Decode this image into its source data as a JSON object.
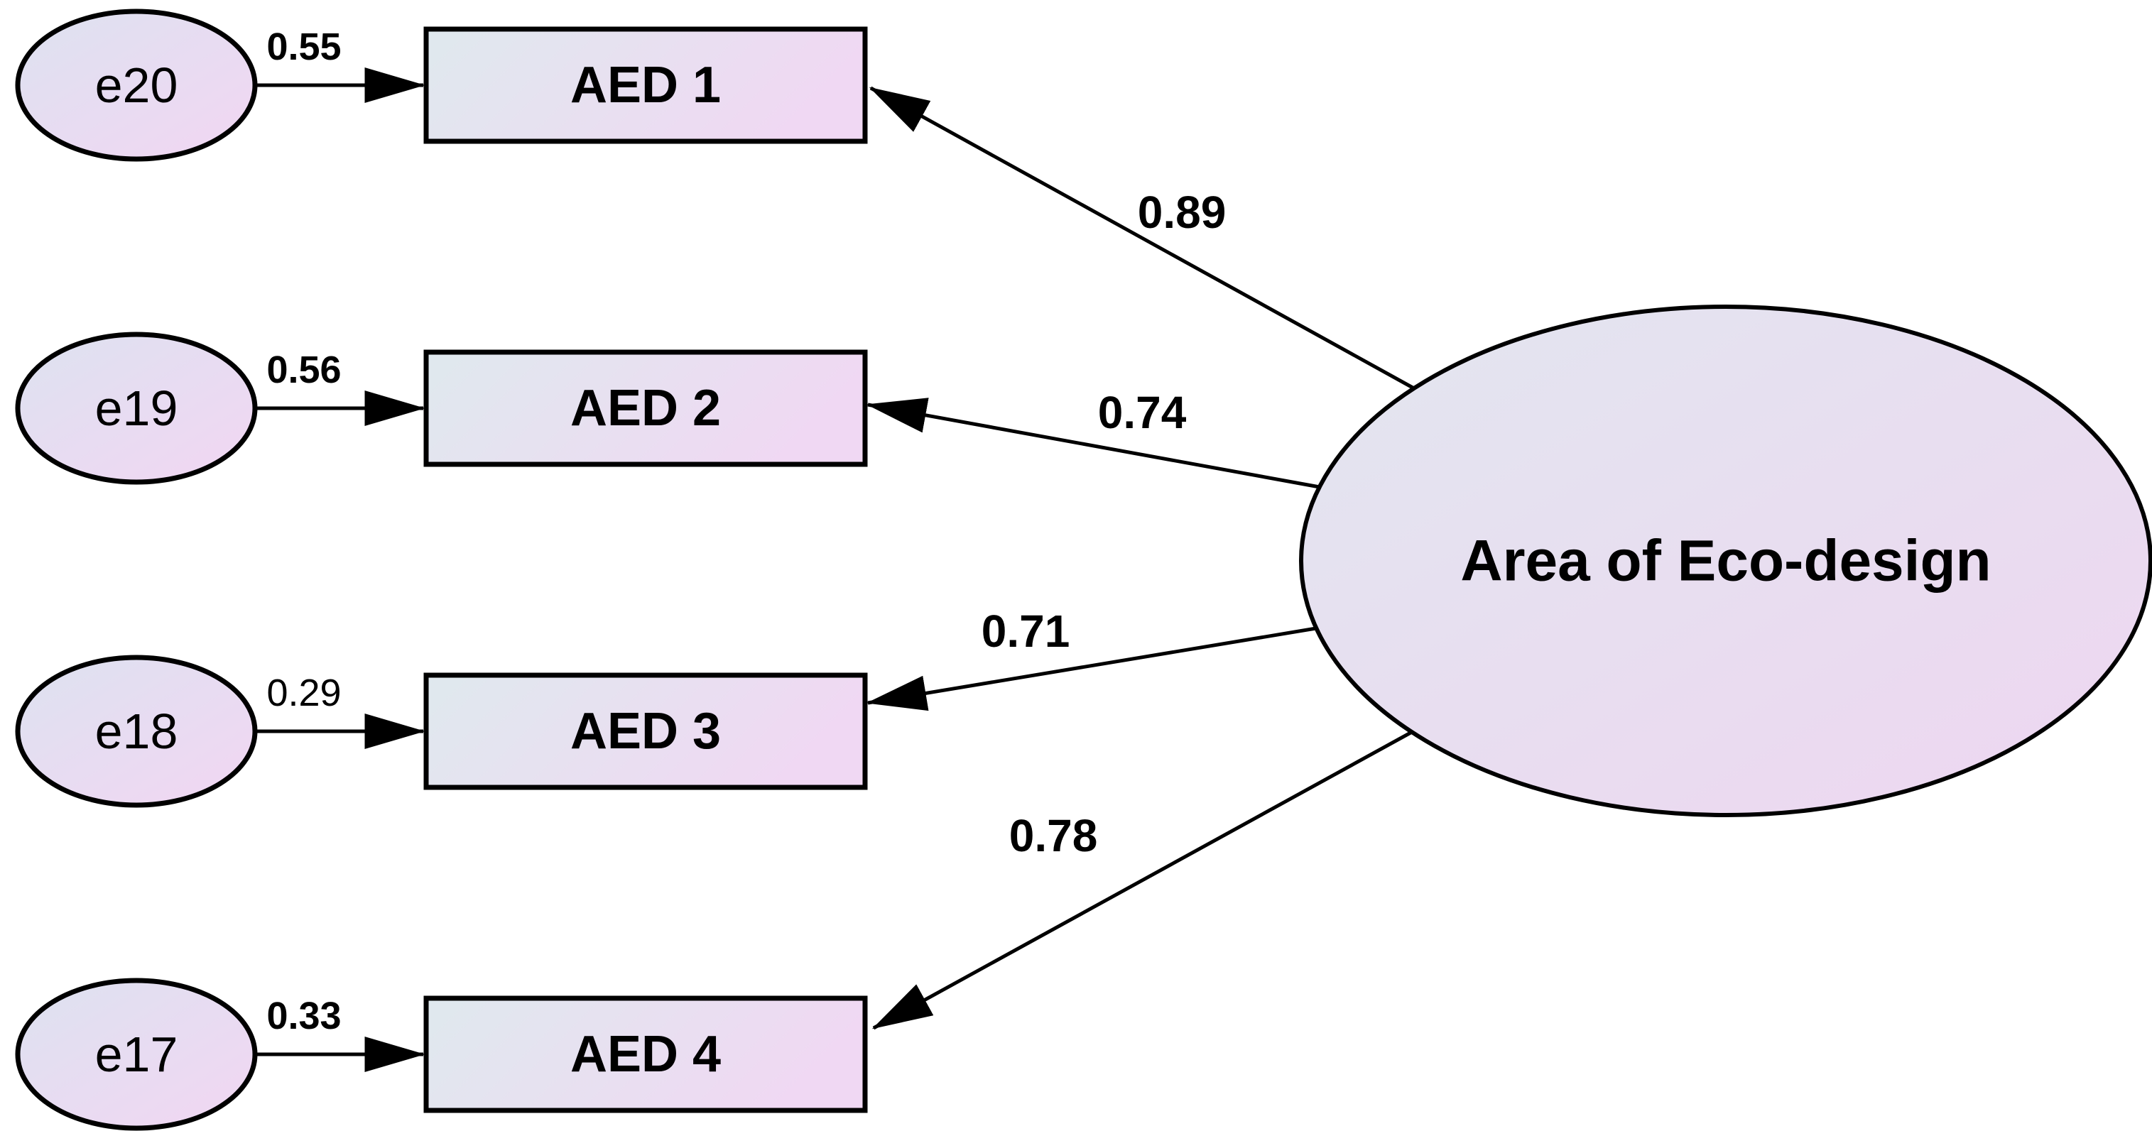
{
  "diagram": {
    "latent": {
      "label": "Area of Eco-design"
    },
    "indicators": [
      {
        "label": "AED 1",
        "loading": {
          "value": "0.89",
          "weight": "bold"
        },
        "error": {
          "label": "e20",
          "value": "0.55",
          "weight": "bold"
        }
      },
      {
        "label": "AED 2",
        "loading": {
          "value": "0.74",
          "weight": "bold"
        },
        "error": {
          "label": "e19",
          "value": "0.56",
          "weight": "bold"
        }
      },
      {
        "label": "AED 3",
        "loading": {
          "value": "0.71",
          "weight": "bold"
        },
        "error": {
          "label": "e18",
          "value": "0.29",
          "weight": "normal"
        }
      },
      {
        "label": "AED 4",
        "loading": {
          "value": "0.78",
          "weight": "bold"
        },
        "error": {
          "label": "e17",
          "value": "0.33",
          "weight": "bold"
        }
      }
    ],
    "colors": {
      "outline": "#000000",
      "arrow": "#000000",
      "background": "#ffffff",
      "box_tint_blue": "#dfe9ee",
      "box_tint_pink": "#f0d8f3",
      "error_tint_blue": "#dde2f0",
      "error_tint_pink": "#f2d6f3",
      "latent_tint_blue": "#e2e6ef",
      "latent_tint_pink": "#eed6f1"
    }
  }
}
